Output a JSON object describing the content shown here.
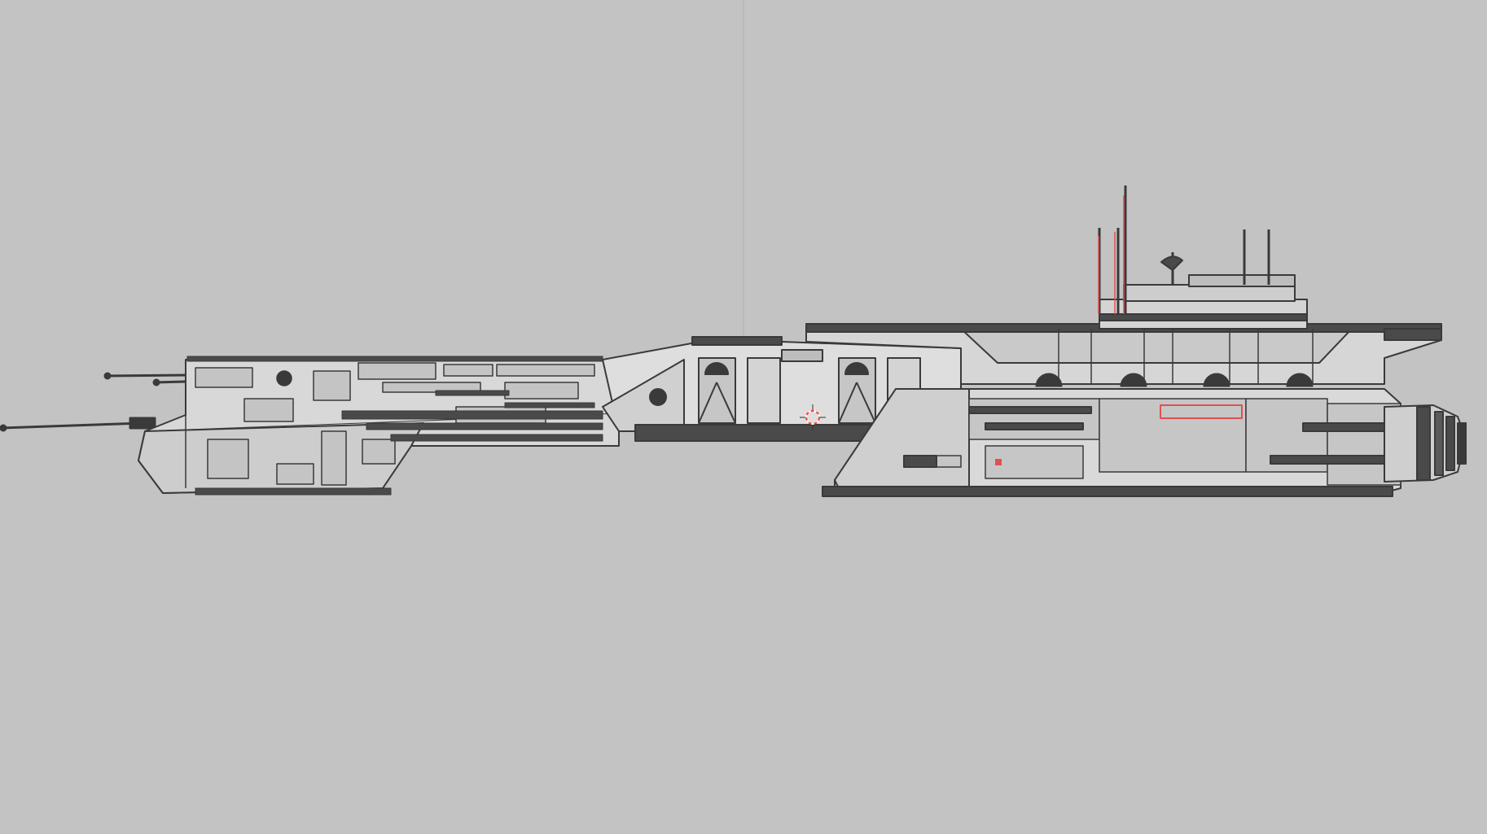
{
  "viewport": {
    "background": "#c3c3c3",
    "object_type": "spaceship-hull-wireframe",
    "view": "side-orthographic"
  },
  "palette": {
    "hull_light": "#dcdcdc",
    "hull_mid": "#c9c9c9",
    "panel_fill": "#d2d2d2",
    "edge": "#3a3a3a",
    "detail_dark": "#4a4a4a",
    "selected_edge": "#e05050",
    "cursor": "#ff4040"
  },
  "icons": {
    "cursor": "3d-cursor-icon",
    "guide": "center-guide-line"
  }
}
